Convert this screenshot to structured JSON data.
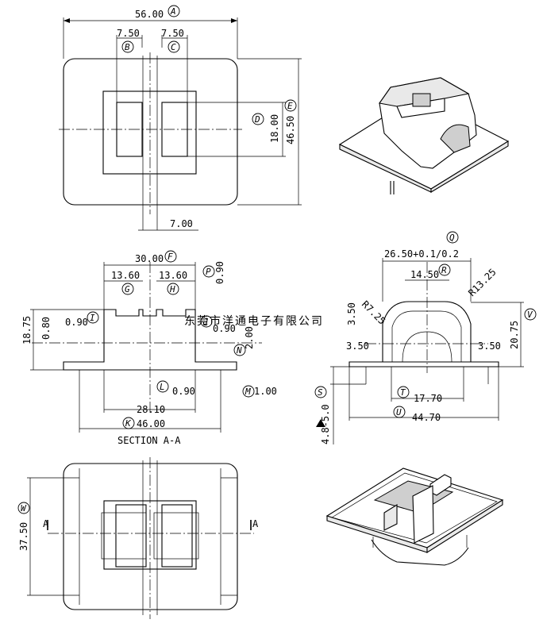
{
  "dimensions": {
    "A": "56.00",
    "B": "7.50",
    "C": "7.50",
    "D": "18.00",
    "E": "46.50",
    "bottom_gap": "7.00",
    "F": "30.00",
    "G": "13.60",
    "H": "13.60",
    "P": "0.90",
    "I": "0.90",
    "J": "0.90",
    "height_total": "18.75",
    "base_h": "0.80",
    "step": "2.00",
    "L": "0.90",
    "M": "1.00",
    "T28": "28.10",
    "K": "46.00",
    "Q": "26.50+0.1/0.2",
    "R": "14.50",
    "R_small": "R7.25",
    "R_large": "R13.25",
    "s350a": "3.50",
    "s350b": "3.50",
    "s350c": "3.50",
    "V": "20.75",
    "T": "17.70",
    "U": "44.70",
    "S": "4.8-5.0",
    "W": "37.50"
  },
  "callouts": [
    "A",
    "B",
    "C",
    "D",
    "E",
    "F",
    "G",
    "H",
    "P",
    "I",
    "J",
    "N",
    "L",
    "M",
    "K",
    "Q",
    "R",
    "V",
    "S",
    "T",
    "U",
    "W"
  ],
  "labels": {
    "section": "SECTION A-A",
    "section_mark": "A",
    "watermark": "东莞市洋通电子有限公司"
  }
}
